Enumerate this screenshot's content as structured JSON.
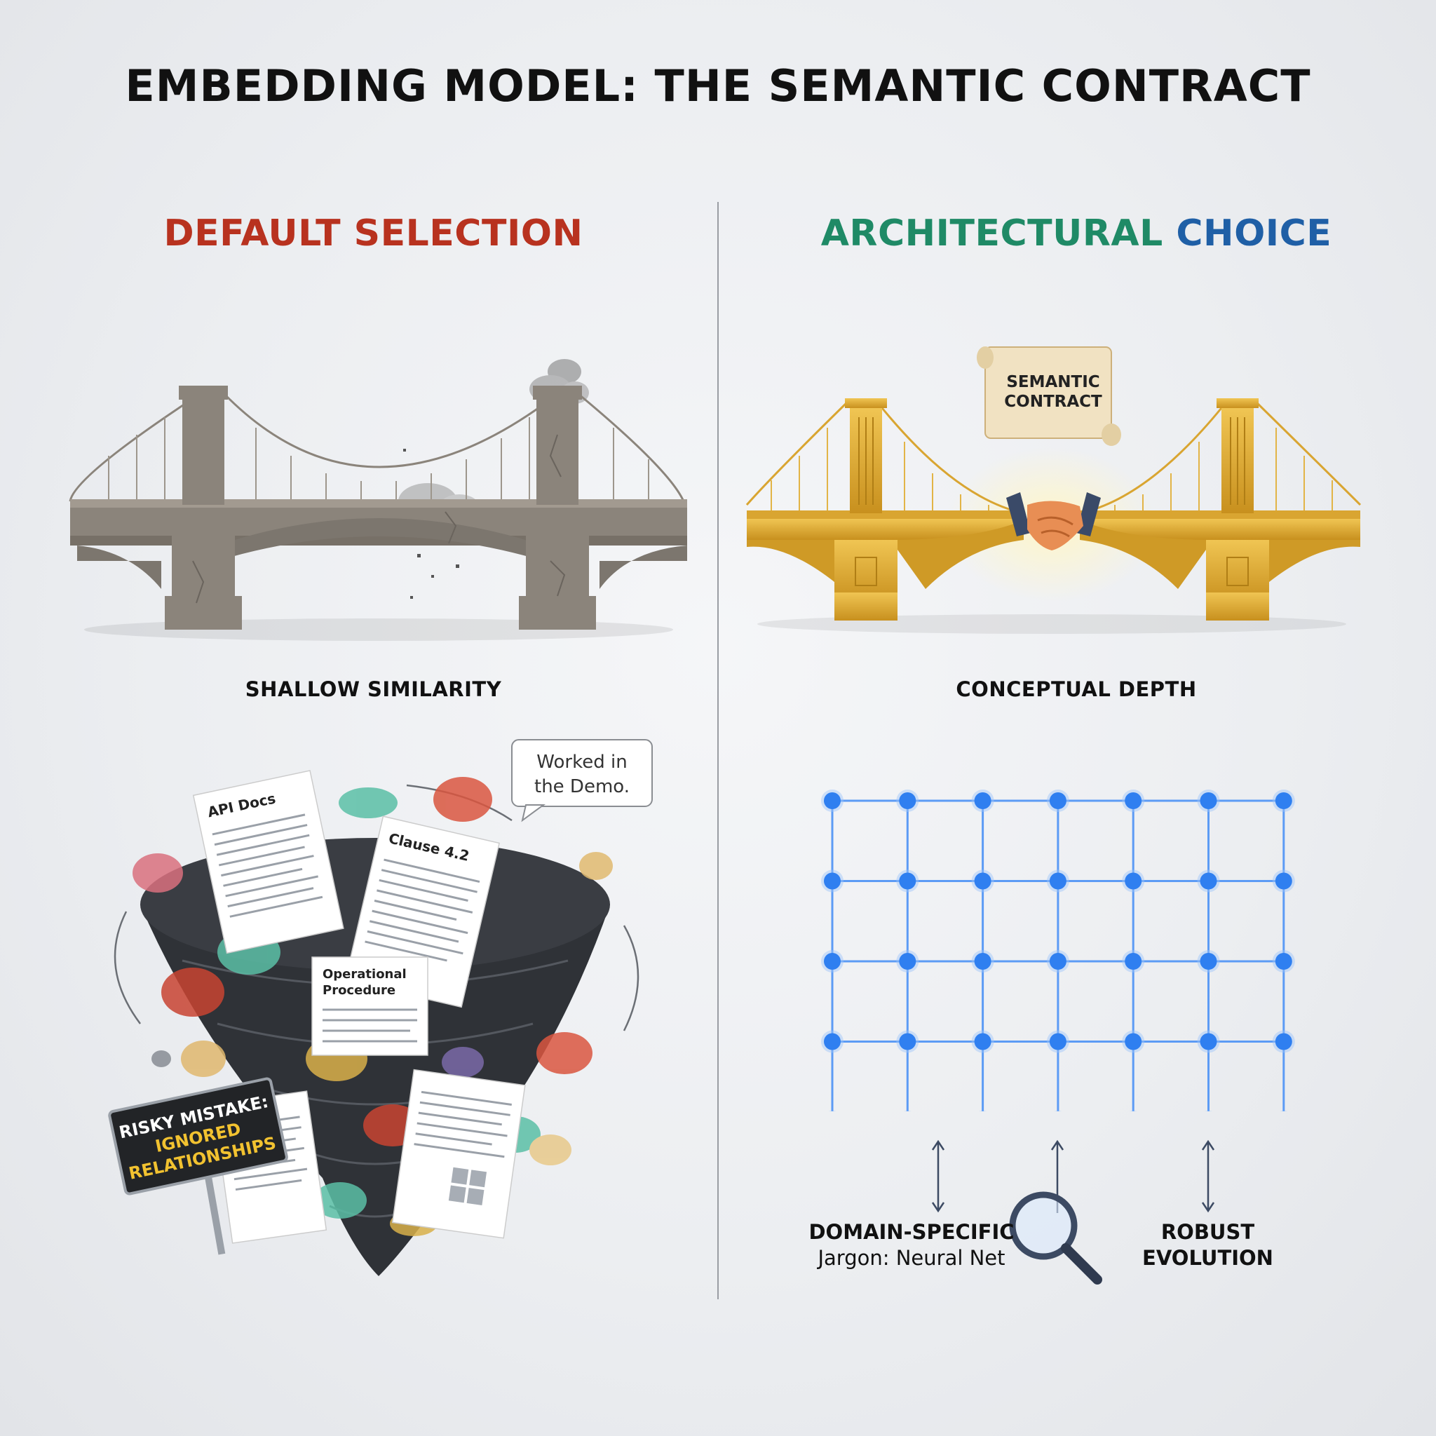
{
  "title": "EMBEDDING MODEL: THE SEMANTIC CONTRACT",
  "left": {
    "heading": "DEFAULT SELECTION",
    "heading_color": "#b8321f",
    "caption": "SHALLOW SIMILARITY",
    "speech_bubble_line1": "Worked in",
    "speech_bubble_line2": "the Demo.",
    "docs": {
      "api": "API Docs",
      "clause": "Clause 4.2",
      "op_line1": "Operational",
      "op_line2": "Procedure"
    },
    "sign_line1": "RISKY MISTAKE:",
    "sign_line2": "IGNORED",
    "sign_line3": "RELATIONSHIPS"
  },
  "right": {
    "heading_word1": "ARCHITECTURAL",
    "heading_word2": "CHOICE",
    "heading_color1": "#1f8a66",
    "heading_color2": "#1f5fa6",
    "scroll_line1": "SEMANTIC",
    "scroll_line2": "CONTRACT",
    "caption": "CONCEPTUAL DEPTH",
    "label_domain_line1": "DOMAIN-SPECIFIC",
    "label_domain_line2": "Jargon: Neural Net",
    "label_robust_line1": "ROBUST",
    "label_robust_line2": "EVOLUTION"
  },
  "colors": {
    "gold": "#d9a531",
    "stone": "#8b847b",
    "node": "#2f7ff0",
    "grid_line": "#5c9bf5"
  },
  "icons": [
    "handshake-icon",
    "magnifier-icon",
    "smoke-icon",
    "scroll-icon",
    "tornado-icon",
    "warning-sign-icon"
  ]
}
